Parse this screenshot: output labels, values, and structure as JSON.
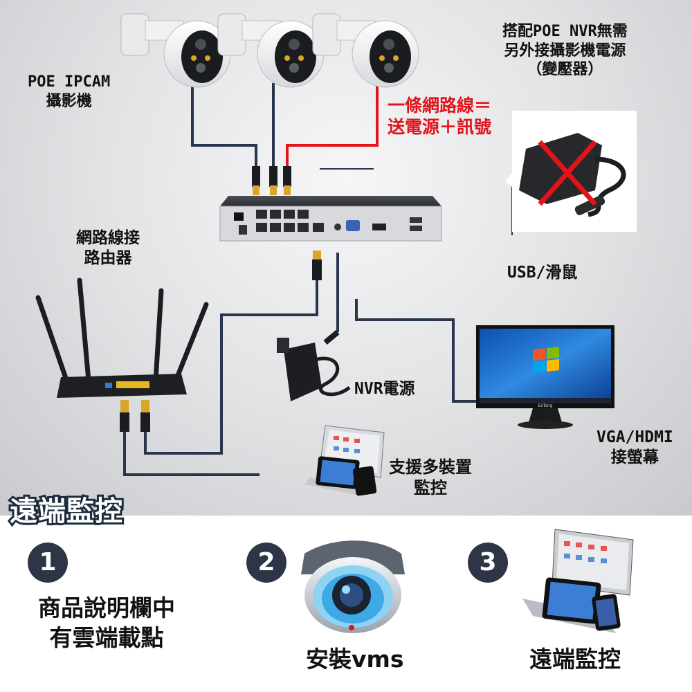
{
  "labels": {
    "poe_ipcam": [
      "POE IPCAM",
      "攝影機"
    ],
    "nvr_no_power": [
      "搭配POE NVR無需",
      "另外接攝影機電源",
      "（變壓器）"
    ],
    "one_cable": [
      "一條網路線＝",
      "送電源＋訊號"
    ],
    "router_cable": [
      "網路線接",
      "路由器"
    ],
    "usb_mouse": "USB/滑鼠",
    "nvr_power": "NVR電源",
    "vga_hdmi": [
      "VGA/HDMI",
      "接螢幕"
    ],
    "multi_device": [
      "支援多裝置",
      "監控"
    ],
    "remote_tag": "遠端監控"
  },
  "steps": [
    {
      "number": "1",
      "text": [
        "商品說明欄中",
        "有雲端載點"
      ],
      "icon": "number-one-icon"
    },
    {
      "number": "2",
      "text": [
        "安裝vms"
      ],
      "icon": "surveillance-camera-icon"
    },
    {
      "number": "3",
      "text": [
        "遠端監控"
      ],
      "icon": "devices-icon"
    }
  ],
  "monitor_brand": "EsTong",
  "colors": {
    "cable": "#28354d",
    "cable_highlight": "#e0141a",
    "badge": "#2d3546",
    "cross": "#e0141a"
  }
}
